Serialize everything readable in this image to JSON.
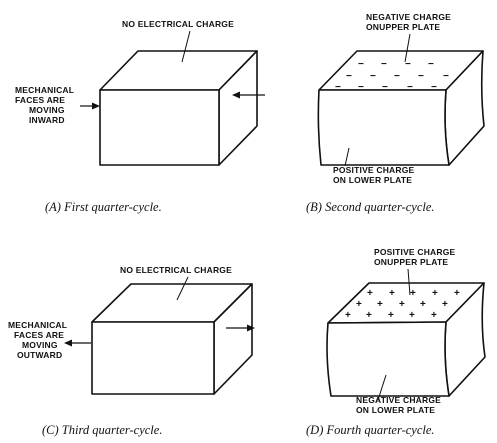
{
  "panels": {
    "a": {
      "caption": "(A)  First  quarter-cycle.",
      "top_label": "NO ELECTRICAL  CHARGE",
      "side_label": [
        "MECHANICAL",
        "FACES ARE",
        "MOVING",
        "INWARD"
      ]
    },
    "b": {
      "caption": "(B)  Second  quarter-cycle.",
      "top_label": [
        "NEGATIVE CHARGE",
        "ONUPPER PLATE"
      ],
      "bottom_label": [
        "POSITIVE CHARGE",
        "ON LOWER PLATE"
      ],
      "sign": "−"
    },
    "c": {
      "caption": "(C)  Third  quarter-cycle.",
      "top_label": "NO ELECTRICAL CHARGE",
      "side_label": [
        "MECHANICAL",
        "FACES ARE",
        "MOVING",
        "OUTWARD"
      ]
    },
    "d": {
      "caption": "(D)  Fourth  quarter-cycle.",
      "top_label": [
        "POSITIVE CHARGE",
        "ONUPPER  PLATE"
      ],
      "bottom_label": [
        "NEGATIVE CHARGE",
        "ON LOWER PLATE"
      ],
      "sign": "+"
    }
  }
}
